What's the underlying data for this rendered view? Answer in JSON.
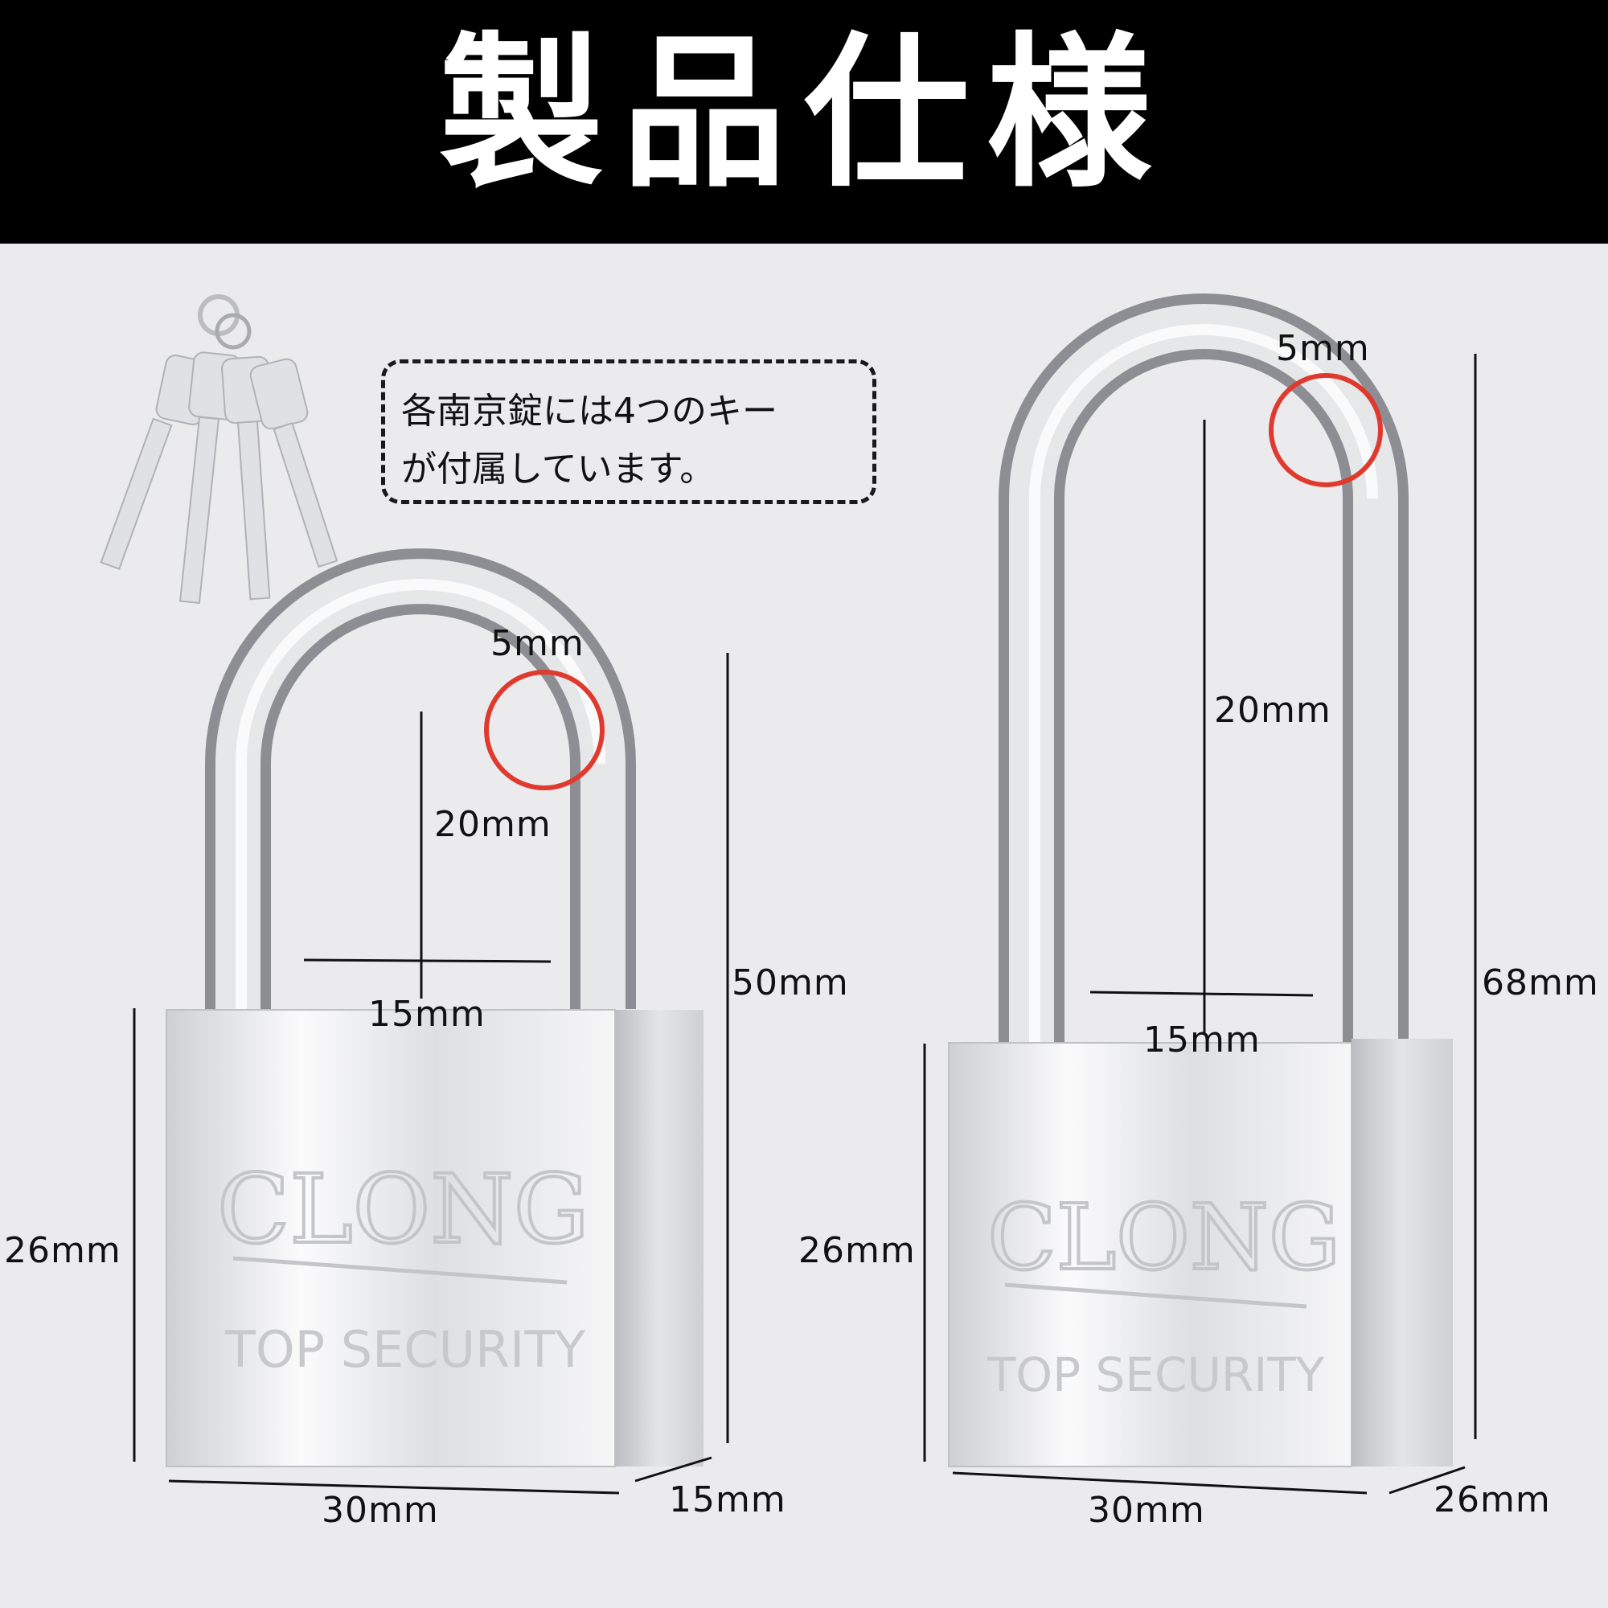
{
  "header": {
    "title": "製品仕様"
  },
  "note": {
    "line1": "各南京錠には4つのキー",
    "line2": "が付属しています。"
  },
  "padlock_short": {
    "brand": "CLONG",
    "subtext": "TOP SECURITY",
    "shackle_diameter": "5mm",
    "shackle_inner_height": "20mm",
    "shackle_inner_width": "15mm",
    "total_height": "50mm",
    "body_height": "26mm",
    "body_width": "30mm",
    "body_depth": "15mm"
  },
  "padlock_long": {
    "brand": "CLONG",
    "subtext": "TOP SECURITY",
    "shackle_diameter": "5mm",
    "shackle_inner_height": "20mm",
    "shackle_inner_width": "15mm",
    "total_height": "68mm",
    "body_height": "26mm",
    "body_width": "30mm",
    "body_depth": "26mm"
  },
  "colors": {
    "header_bg": "#000000",
    "background": "#ebebed",
    "highlight": "#e03a2e"
  }
}
